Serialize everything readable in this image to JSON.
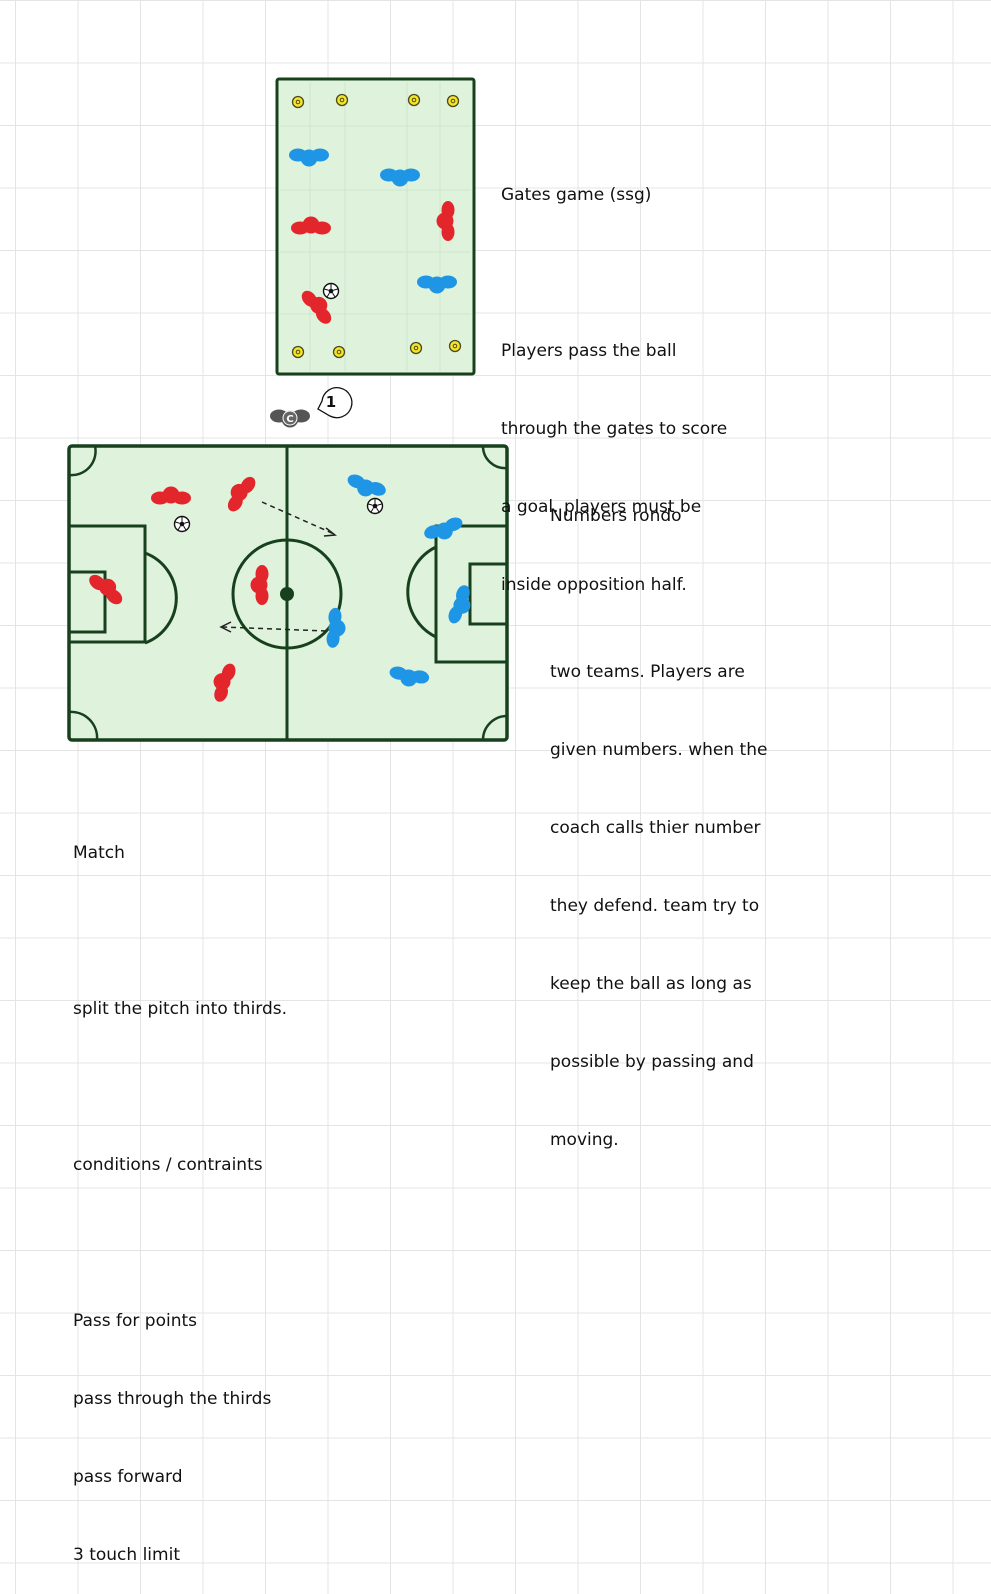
{
  "gates_game": {
    "title": "Gates game (ssg)",
    "lines": [
      "Players pass the ball",
      "through the gates to score",
      "a goal. players must be",
      "inside opposition half."
    ]
  },
  "numbers_rondo": {
    "title": "Numbers rondo",
    "lines": [
      "two teams. Players are",
      "given numbers. when the",
      "coach calls thier number",
      "they defend. team try to",
      "keep the ball as long as",
      "possible by passing and",
      "moving."
    ]
  },
  "match": {
    "title": "Match",
    "line1": "split the pitch into thirds.",
    "line2": "conditions / contraints",
    "constraints": [
      "Pass for points",
      "pass through the thirds",
      "pass forward",
      "3 touch limit"
    ]
  },
  "coach": {
    "badge": "C",
    "callout": "1"
  },
  "colors": {
    "pitch_fill": "#dff2dc",
    "pitch_line": "#17401d",
    "team_red": "#e3262b",
    "team_blue": "#1f95e6",
    "coach_grey": "#555555",
    "cone_yellow": "#f5e52a"
  }
}
